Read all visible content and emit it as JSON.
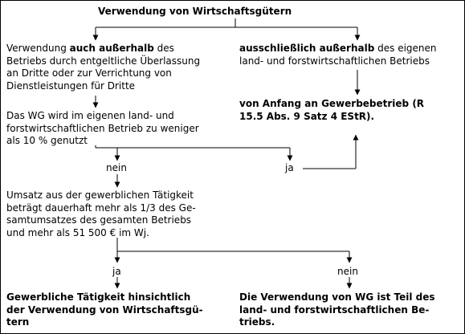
{
  "title": "Verwendung von Wirtschaftsgütern",
  "left_box": {
    "pre": "Verwendung ",
    "bold": "auch außerhalb",
    "post": " des",
    "line2": "Betriebs durch entgeltliche Überlassung",
    "line3": "an Dritte oder zur Verrichtung von",
    "line4": "Dienstleistungen für Dritte"
  },
  "right_box": {
    "bold": "ausschließlich außerhalb",
    "post": " des eigenen",
    "line2": "land- und forstwirtschaftlichen Betriebs"
  },
  "result_gewerbe": {
    "line1": "von Anfang an Gewerbebetrieb (R",
    "line2": "15.5 Abs. 9 Satz 4 EStR)."
  },
  "question_10": {
    "line1": "Das WG wird im eigenen land- und",
    "line2": "forstwirtschaftlichen Betrieb zu weniger",
    "line3": "als 10 % genutzt"
  },
  "labels": {
    "nein_1": "nein",
    "ja_1": "ja",
    "ja_2": "ja",
    "nein_2": "nein"
  },
  "question_umsatz": {
    "line1": "Umsatz aus der gewerblichen Tätigkeit",
    "line2": "beträgt dauerhaft mehr als 1/3 des Ge-",
    "line3": "samtumsatzes des gesamten Betriebs",
    "line4": "und mehr als 51 500 € im Wj."
  },
  "result_ja": {
    "line1": "Gewerbliche Tätigkeit hinsichtlich",
    "line2": "der Verwendung von Wirtschaftsgü-",
    "line3": "tern"
  },
  "result_nein": {
    "line1": "Die Verwendung von WG ist Teil des",
    "line2": "land- und forstwirtschaftlichen Be-",
    "line3": "triebs."
  }
}
